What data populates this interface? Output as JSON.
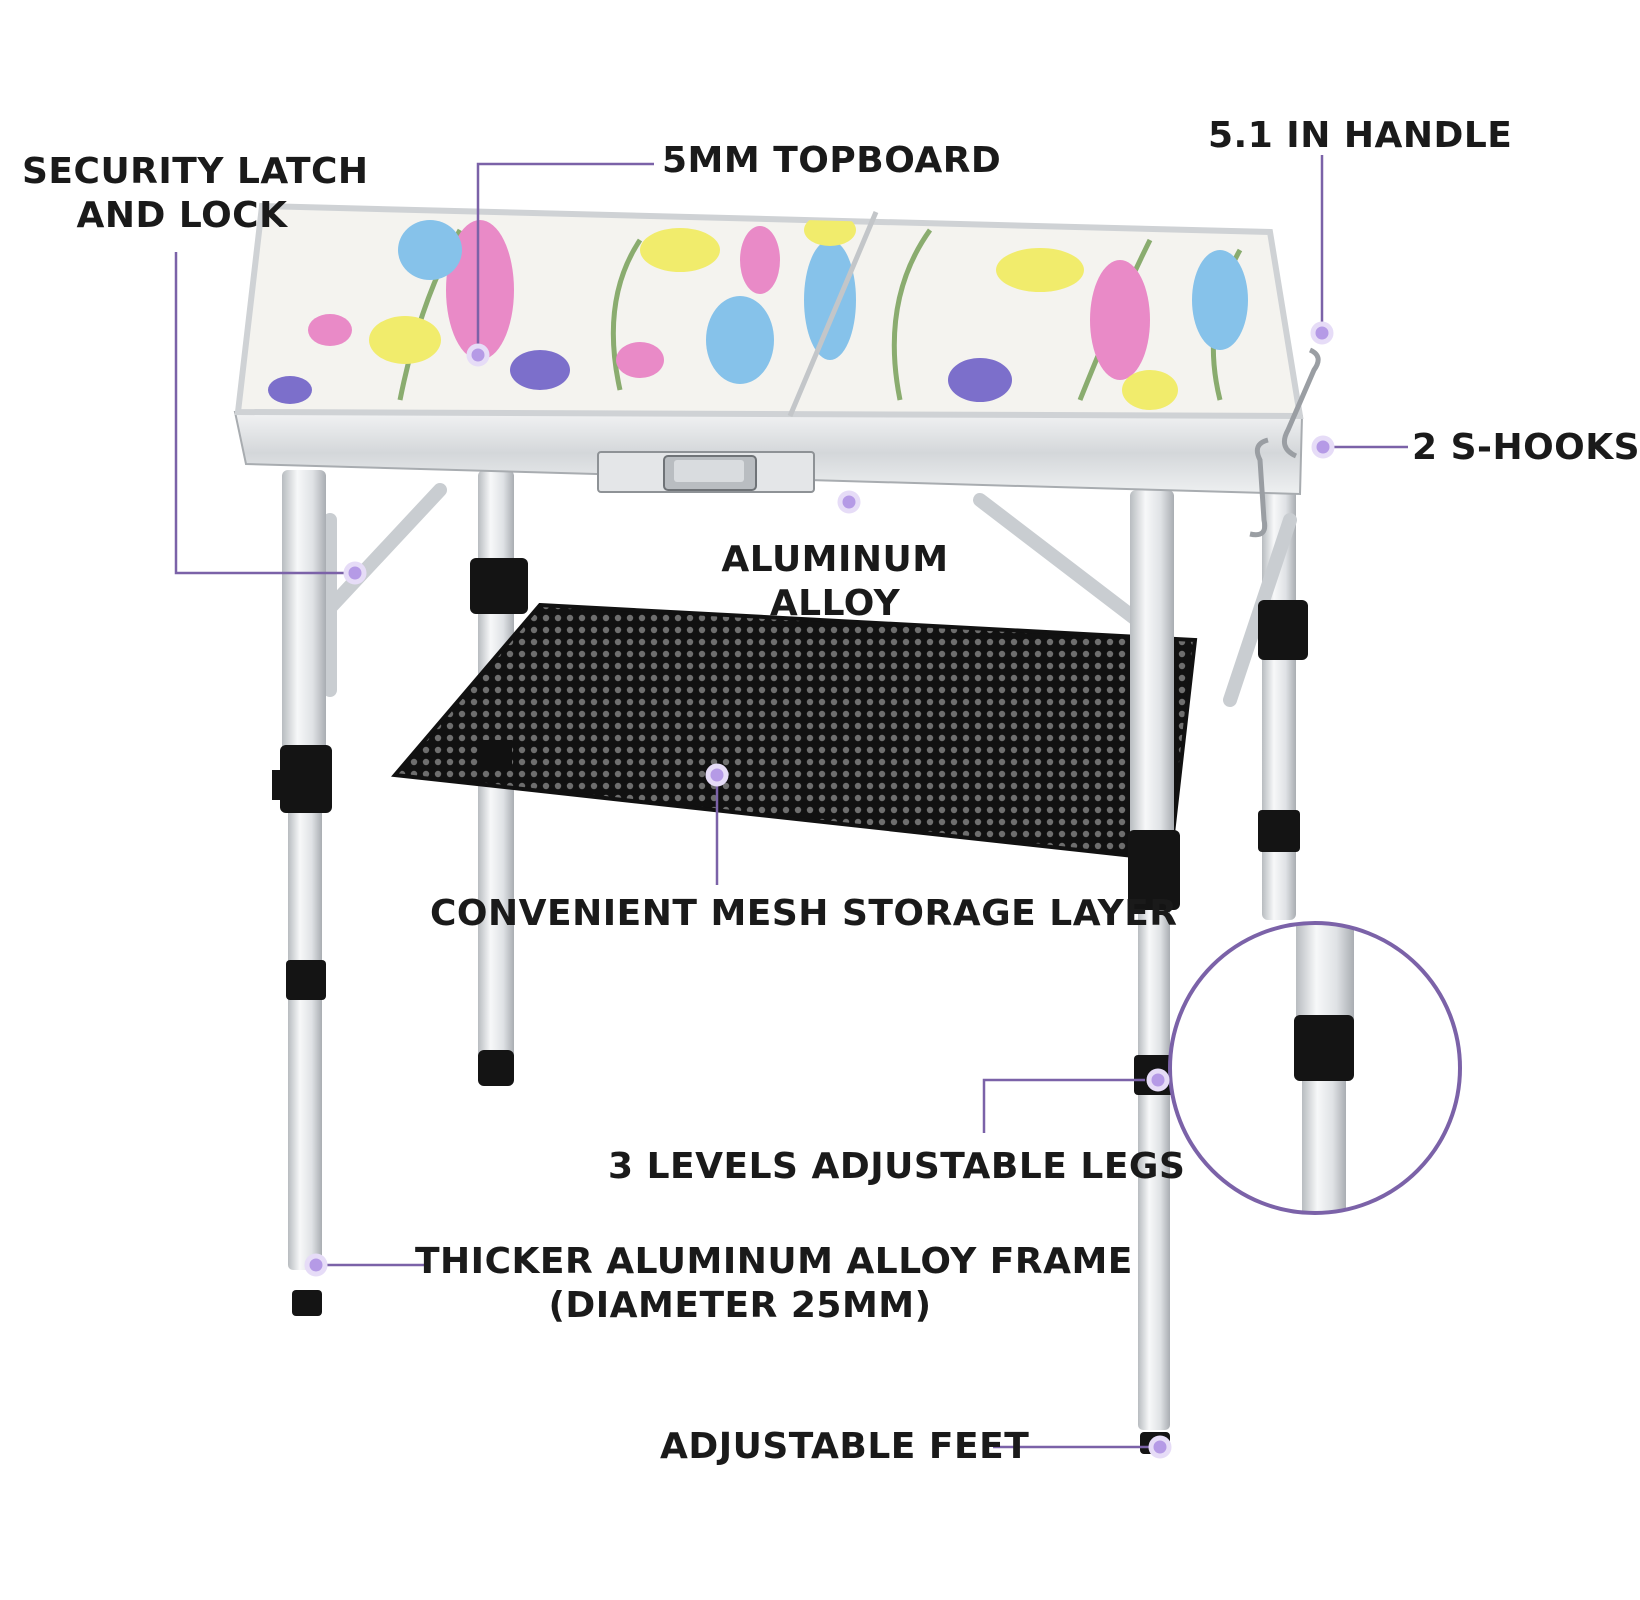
{
  "labels": {
    "security_latch": [
      "SECURITY LATCH",
      "AND LOCK"
    ],
    "topboard": "5MM TOPBOARD",
    "handle": "5.1 IN HANDLE",
    "s_hooks": "2 S-HOOKS",
    "aluminum_alloy": [
      "ALUMINUM",
      "ALLOY"
    ],
    "mesh_layer": "CONVENIENT MESH STORAGE LAYER",
    "adjustable_legs": "3 LEVELS ADJUSTABLE LEGS",
    "frame": [
      "THICKER ALUMINUM ALLOY FRAME",
      "(DIAMETER 25MM)"
    ],
    "feet": "ADJUSTABLE FEET"
  },
  "colors": {
    "accent_purple": "#7b62a8",
    "dot_fill": "#b59ae6",
    "text": "#1a1a1a",
    "aluminum": "#e6e8ea",
    "black_parts": "#141414"
  }
}
